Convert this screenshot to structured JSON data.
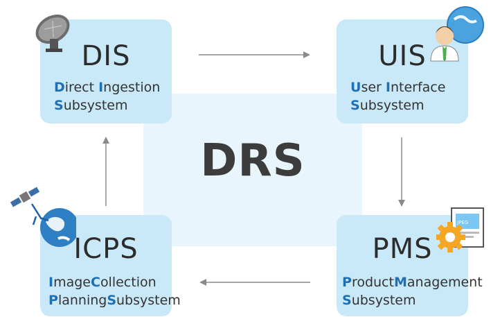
{
  "center": {
    "label": "DRS"
  },
  "dis": {
    "title": "DIS",
    "line1": [
      {
        "c": "D"
      },
      {
        "t": "irect "
      },
      {
        "c": "I"
      },
      {
        "t": "ngestion"
      }
    ],
    "line2": [
      {
        "c": "S"
      },
      {
        "t": "ubsystem"
      }
    ]
  },
  "uis": {
    "title": "UIS",
    "line1": [
      {
        "c": "U"
      },
      {
        "t": "ser "
      },
      {
        "c": "I"
      },
      {
        "t": "nterface"
      }
    ],
    "line2": [
      {
        "c": "S"
      },
      {
        "t": "ubsystem"
      }
    ]
  },
  "pms": {
    "title": "PMS",
    "line1": [
      {
        "c": "P"
      },
      {
        "t": "roduct"
      },
      {
        "c": "M"
      },
      {
        "t": "anagement"
      }
    ],
    "line2": [
      {
        "c": "S"
      },
      {
        "t": "ubsystem"
      }
    ]
  },
  "icps": {
    "title": "ICPS",
    "line1": [
      {
        "c": "I"
      },
      {
        "t": "mage"
      },
      {
        "c": "C"
      },
      {
        "t": "ollection"
      }
    ],
    "line2": [
      {
        "c": "P"
      },
      {
        "t": "lanning"
      },
      {
        "c": "S"
      },
      {
        "t": "ubsystem"
      }
    ]
  },
  "colors": {
    "box": "#c9e8f8",
    "center": "#e8f5fc",
    "initial": "#1f6fb4",
    "arrow": "#8a8a8a"
  },
  "icons": {
    "dis": "satellite-dish-icon",
    "uis": "user-globe-icon",
    "pms": "document-gear-icon",
    "icps": "satellite-globe-icon"
  }
}
